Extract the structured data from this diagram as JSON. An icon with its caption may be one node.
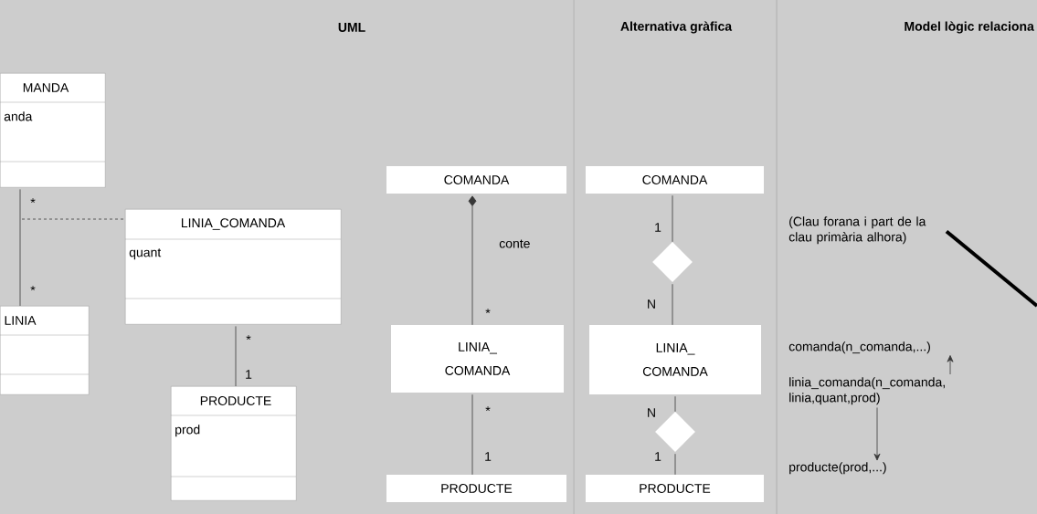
{
  "diagram": {
    "nodes": [
      {
        "text": [
          "MANDA",
          "anda"
        ]
      },
      {
        "text": [
          "LINIA"
        ]
      },
      {
        "text": [
          "LINIA_COMANDA",
          "quant"
        ]
      },
      {
        "text": [
          "PRODUCTE",
          "prod"
        ]
      },
      {
        "text": [
          "COMANDA"
        ]
      },
      {
        "text": [
          "LINIA_ COMANDA"
        ]
      },
      {
        "text": [
          "PRODUCTE"
        ]
      },
      {
        "text": [
          "COMANDA"
        ]
      },
      {
        "text": [],
        "shape": "diamond"
      },
      {
        "text": [
          "LINIA_ COMANDA"
        ]
      },
      {
        "text": [],
        "shape": "diamond"
      },
      {
        "text": [
          "PRODUCTE"
        ]
      },
      {
        "text": [
          "(Clau forana i part de la clau primària alhora)"
        ]
      },
      {
        "text": [
          "comanda(n_comanda,...)"
        ]
      },
      {
        "text": [
          "linia_comanda(n_comanda, linia,quant,prod)"
        ]
      },
      {
        "text": [
          "producte(prod,...)"
        ]
      }
    ],
    "edges": [
      {
        "from": 0,
        "to": 1,
        "arrow": "none"
      },
      {
        "from": null,
        "to": 2,
        "arrow": "none",
        "style": "dashed"
      },
      {
        "from": 2,
        "to": 3,
        "arrow": "none"
      },
      {
        "from": 4,
        "to": 5,
        "arrow": "other",
        "label": "conte"
      },
      {
        "from": 5,
        "to": 6,
        "arrow": "none"
      },
      {
        "from": 7,
        "to": 8,
        "arrow": "none"
      },
      {
        "from": 8,
        "to": 9,
        "arrow": "none"
      },
      {
        "from": 9,
        "to": 10,
        "arrow": "none"
      },
      {
        "from": 10,
        "to": 11,
        "arrow": "none"
      },
      {
        "from": 12,
        "to": null,
        "arrow": "none",
        "style": "thick"
      },
      {
        "from": 14,
        "to": 13,
        "arrow": "to"
      },
      {
        "from": 14,
        "to": 15,
        "arrow": "to"
      }
    ],
    "labels": [
      "UML",
      "Alternativa gràfica",
      "Model lògic relaciona",
      "*",
      "*",
      "*",
      "1",
      "*",
      "*",
      "1",
      "1",
      "N",
      "N",
      "1"
    ]
  }
}
